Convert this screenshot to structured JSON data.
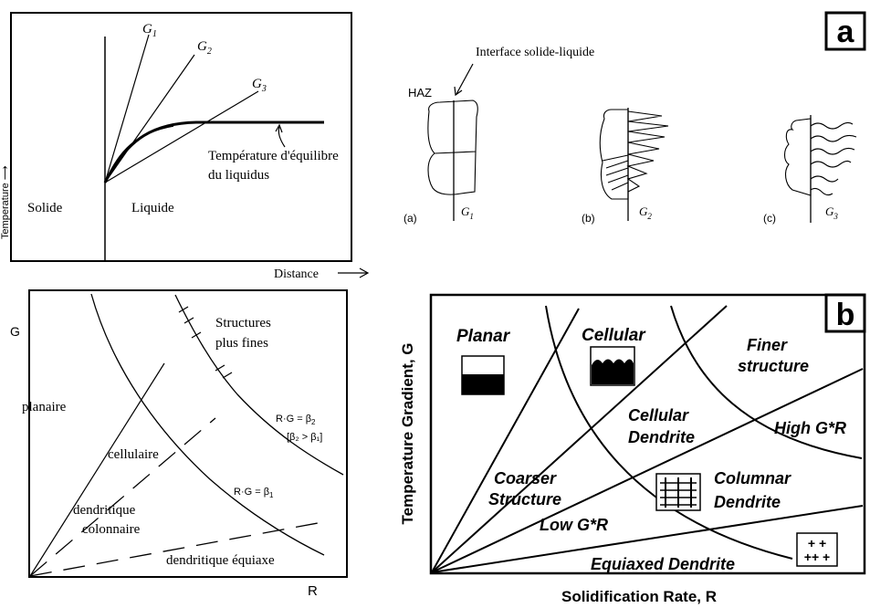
{
  "panel_a_label": "a",
  "panel_b_label": "b",
  "top_left": {
    "g1": "G",
    "g1_sub": "1",
    "g2": "G",
    "g2_sub": "2",
    "g3": "G",
    "g3_sub": "3",
    "liquidus_line1": "Température d'équilibre",
    "liquidus_line2": "du liquidus",
    "solide": "Solide",
    "liquide": "Liquide",
    "y_axis": "Temperature",
    "x_axis": "Distance"
  },
  "top_right": {
    "interface": "Interface solide-liquide",
    "haz": "HAZ",
    "a": "(a)",
    "b": "(b)",
    "c": "(c)",
    "g1": "G",
    "g1_sub": "1",
    "g2": "G",
    "g2_sub": "2",
    "g3": "G",
    "g3_sub": "3"
  },
  "bottom_left": {
    "y_axis": "G",
    "x_axis": "R",
    "structures_line1": "Structures",
    "structures_line2": "plus fines",
    "planaire": "planaire",
    "cellulaire": "cellulaire",
    "dendritique_line1": "dendritique",
    "dendritique_line2": "colonnaire",
    "equiaxe": "dendritique équiaxe",
    "beta2_line1": "R·G = β",
    "beta2_sub": "2",
    "beta2_line2": "[β₂ > β₁]",
    "beta1": "R·G = β",
    "beta1_sub": "1"
  },
  "bottom_right": {
    "y_axis": "Temperature Gradient, G",
    "x_axis": "Solidification Rate, R",
    "planar": "Planar",
    "cellular": "Cellular",
    "finer_line1": "Finer",
    "finer_line2": "structure",
    "cellular_dendrite_line1": "Cellular",
    "cellular_dendrite_line2": "Dendrite",
    "high_gr": "High G*R",
    "coarser_line1": "Coarser",
    "coarser_line2": "Structure",
    "columnar_line1": "Columnar",
    "columnar_line2": "Dendrite",
    "low_gr": "Low G*R",
    "equiaxed": "Equiaxed Dendrite"
  }
}
